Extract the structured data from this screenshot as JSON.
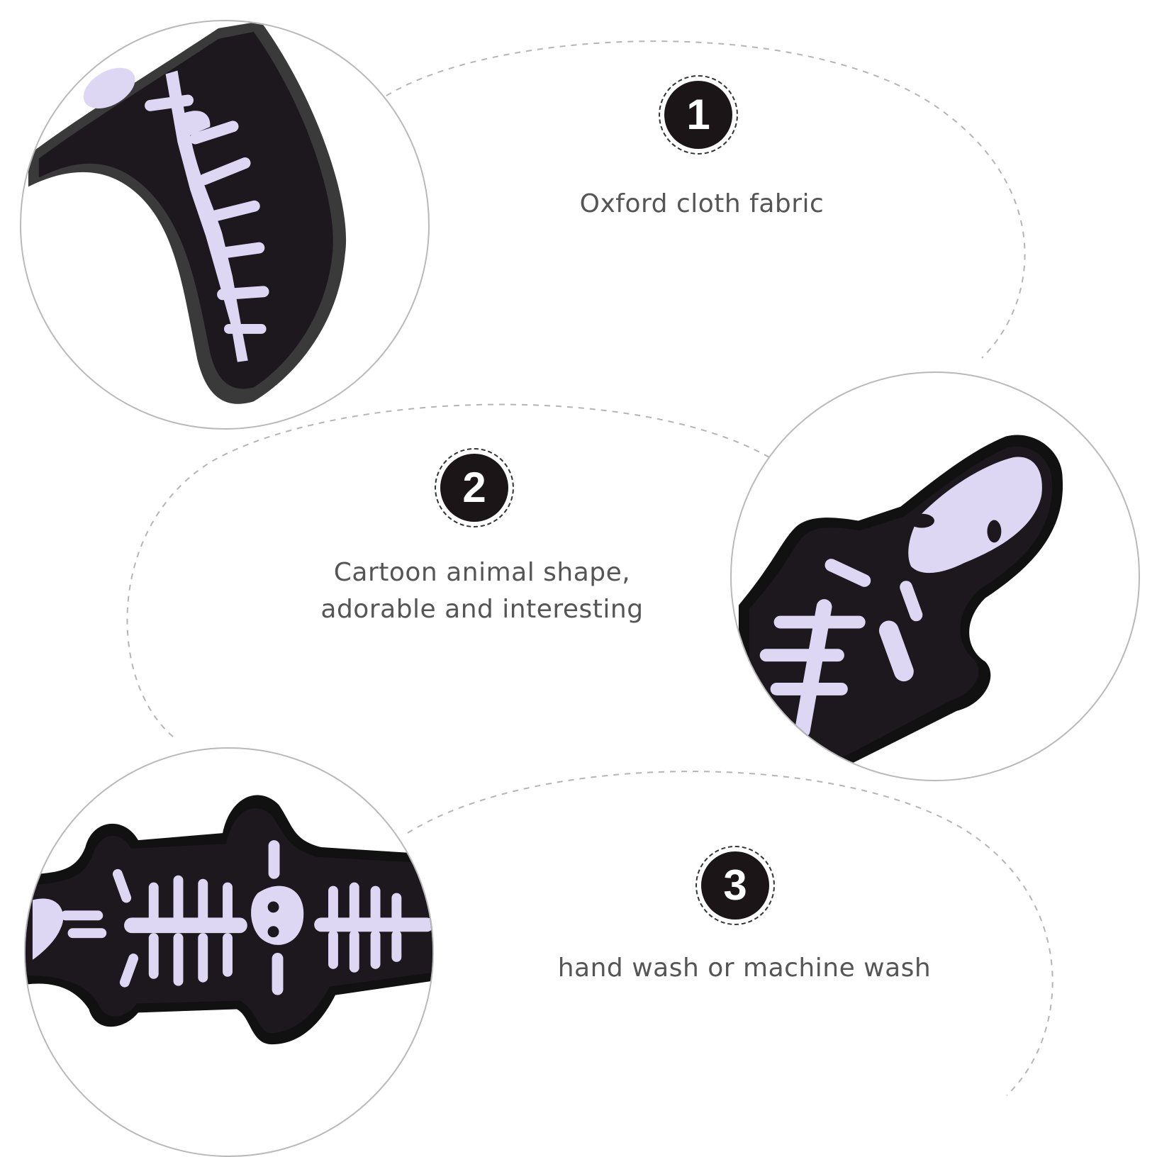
{
  "features": [
    {
      "number": "1",
      "text": "Oxford cloth fabric"
    },
    {
      "number": "2",
      "text_line1": "Cartoon animal shape,",
      "text_line2": "adorable and interesting"
    },
    {
      "number": "3",
      "text": "hand wash or machine wash"
    }
  ],
  "colors": {
    "badge_fill": "#1b1517",
    "toy_body": "#1c181e",
    "bone_print": "#ddd7f4",
    "text": "#555555",
    "dashed_line": "#b5b5b5"
  }
}
